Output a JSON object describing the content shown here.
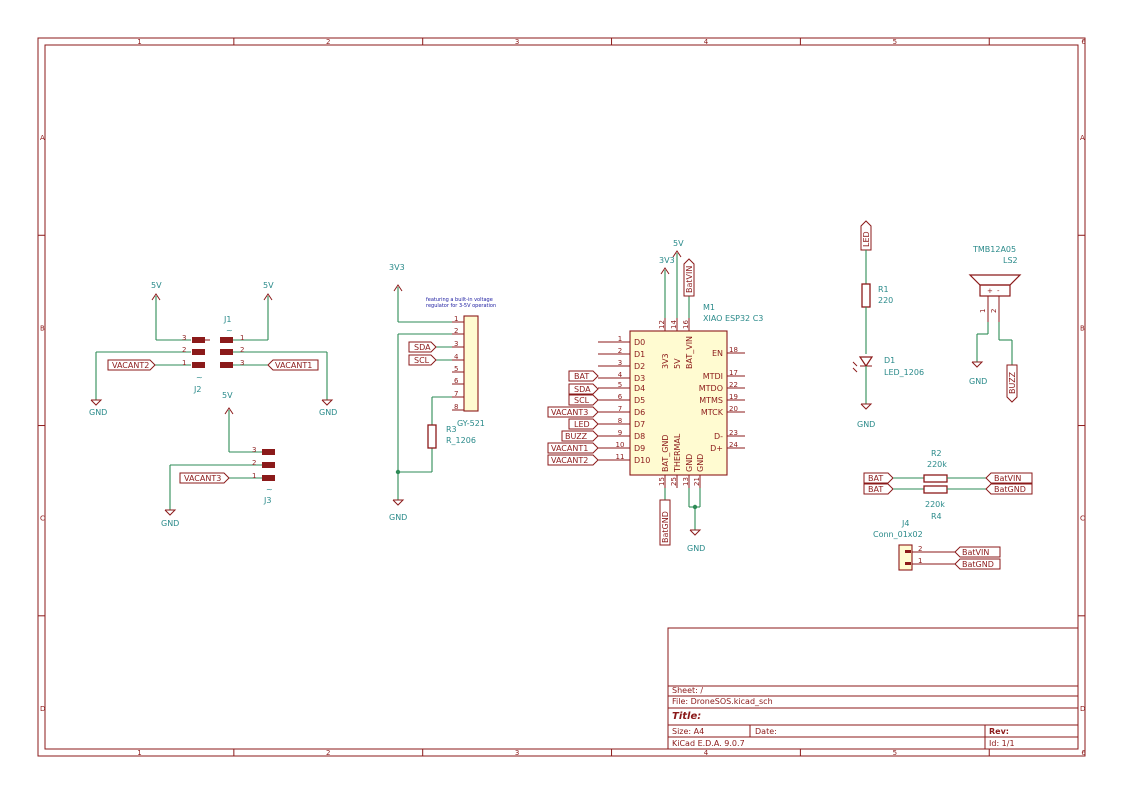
{
  "frame": {
    "cols": [
      "1",
      "2",
      "3",
      "4",
      "5",
      "6"
    ],
    "rows": [
      "A",
      "B",
      "C",
      "D"
    ]
  },
  "power": {
    "v5": "5V",
    "v3v3": "3V3",
    "gnd": "GND"
  },
  "nets": {
    "vacant1": "VACANT1",
    "vacant2": "VACANT2",
    "vacant3": "VACANT3",
    "sda": "SDA",
    "scl": "SCL",
    "bat": "BAT",
    "led": "LED",
    "buzz": "BUZZ",
    "batvin": "BatVIN",
    "batgnd": "BatGND"
  },
  "j1": {
    "ref": "J1",
    "value": "~",
    "pins": [
      "3",
      "2",
      "1"
    ]
  },
  "j2": {
    "ref": "J2",
    "value": "~",
    "pins": [
      "3",
      "2",
      "1"
    ]
  },
  "j3": {
    "ref": "J3",
    "value": "~",
    "pins": [
      "3",
      "2",
      "1"
    ]
  },
  "gy521": {
    "ref": "GY-521",
    "note": "featuring a built-in voltage regulator for 3-5V operation",
    "pins": [
      "1",
      "2",
      "3",
      "4",
      "5",
      "6",
      "7",
      "8"
    ]
  },
  "r3": {
    "ref": "R3",
    "value": "R_1206"
  },
  "m1": {
    "ref": "M1",
    "value": "XIAO ESP32 C3",
    "left_pins": [
      {
        "num": "1",
        "name": "D0"
      },
      {
        "num": "2",
        "name": "D1"
      },
      {
        "num": "3",
        "name": "D2"
      },
      {
        "num": "4",
        "name": "D3"
      },
      {
        "num": "5",
        "name": "D4"
      },
      {
        "num": "6",
        "name": "D5"
      },
      {
        "num": "7",
        "name": "D6"
      },
      {
        "num": "8",
        "name": "D7"
      },
      {
        "num": "9",
        "name": "D8"
      },
      {
        "num": "10",
        "name": "D9"
      },
      {
        "num": "11",
        "name": "D10"
      }
    ],
    "right_pins": [
      {
        "num": "18",
        "name": "EN"
      },
      {
        "num": "17",
        "name": "MTDI"
      },
      {
        "num": "22",
        "name": "MTDO"
      },
      {
        "num": "19",
        "name": "MTMS"
      },
      {
        "num": "20",
        "name": "MTCK"
      },
      {
        "num": "23",
        "name": "D-"
      },
      {
        "num": "24",
        "name": "D+"
      }
    ],
    "top_pins": [
      {
        "num": "12",
        "name": "3V3"
      },
      {
        "num": "14",
        "name": "5V"
      },
      {
        "num": "16",
        "name": "BAT_VIN"
      }
    ],
    "bottom_pins": [
      {
        "num": "15",
        "name": "BAT_GND"
      },
      {
        "num": "25",
        "name": "THERMAL"
      },
      {
        "num": "13",
        "name": "GND"
      },
      {
        "num": "21",
        "name": "GND"
      }
    ]
  },
  "r1": {
    "ref": "R1",
    "value": "220"
  },
  "d1": {
    "ref": "D1",
    "value": "LED_1206"
  },
  "ls2": {
    "ref": "LS2",
    "value": "TMB12A05",
    "pin1": "1",
    "pin2": "2",
    "plus": "+",
    "minus": "-"
  },
  "r2": {
    "ref": "R2",
    "value": "220k"
  },
  "r4": {
    "ref": "R4",
    "value": "220k"
  },
  "j4": {
    "ref": "J4",
    "value": "Conn_01x02",
    "pin2": "2",
    "pin1": "1"
  },
  "title_block": {
    "sheet": "Sheet: /",
    "file": "File: DroneSOS.kicad_sch",
    "title": "Title:",
    "size": "Size: A4",
    "date": "Date:",
    "rev": "Rev:",
    "tool": "KiCad E.D.A. 9.0.7",
    "id": "Id: 1/1"
  }
}
